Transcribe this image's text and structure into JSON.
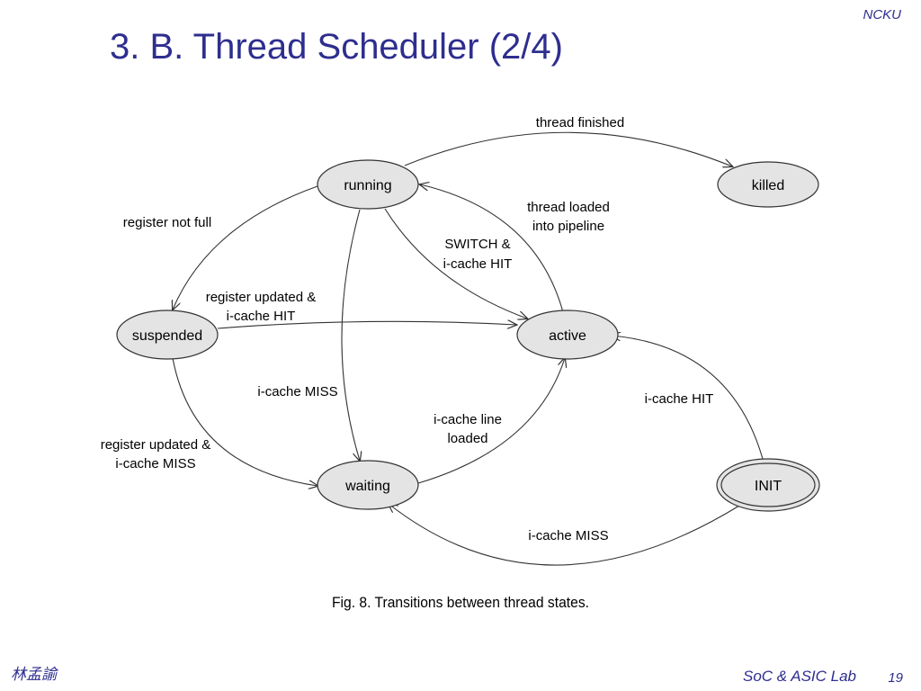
{
  "header": {
    "corner_label": "NCKU",
    "title": "3. B. Thread Scheduler (2/4)"
  },
  "diagram": {
    "states": {
      "running": "running",
      "killed": "killed",
      "suspended": "suspended",
      "active": "active",
      "waiting": "waiting",
      "init": "INIT"
    },
    "transitions": {
      "thread_finished": "thread finished",
      "thread_loaded_1": "thread loaded",
      "thread_loaded_2": "into pipeline",
      "register_not_full": "register not full",
      "switch_hit_1": "SWITCH &",
      "switch_hit_2": "i-cache HIT",
      "reg_updated_hit_1": "register updated &",
      "reg_updated_hit_2": "i-cache HIT",
      "icache_miss_running": "i-cache MISS",
      "icache_line_1": "i-cache line",
      "icache_line_2": "loaded",
      "init_hit": "i-cache HIT",
      "reg_updated_miss_1": "register updated &",
      "reg_updated_miss_2": "i-cache MISS",
      "init_miss": "i-cache MISS"
    },
    "caption": "Fig. 8. Transitions between thread states."
  },
  "footer": {
    "author": "林孟諭",
    "lab": "SoC & ASIC Lab",
    "page": "19"
  }
}
